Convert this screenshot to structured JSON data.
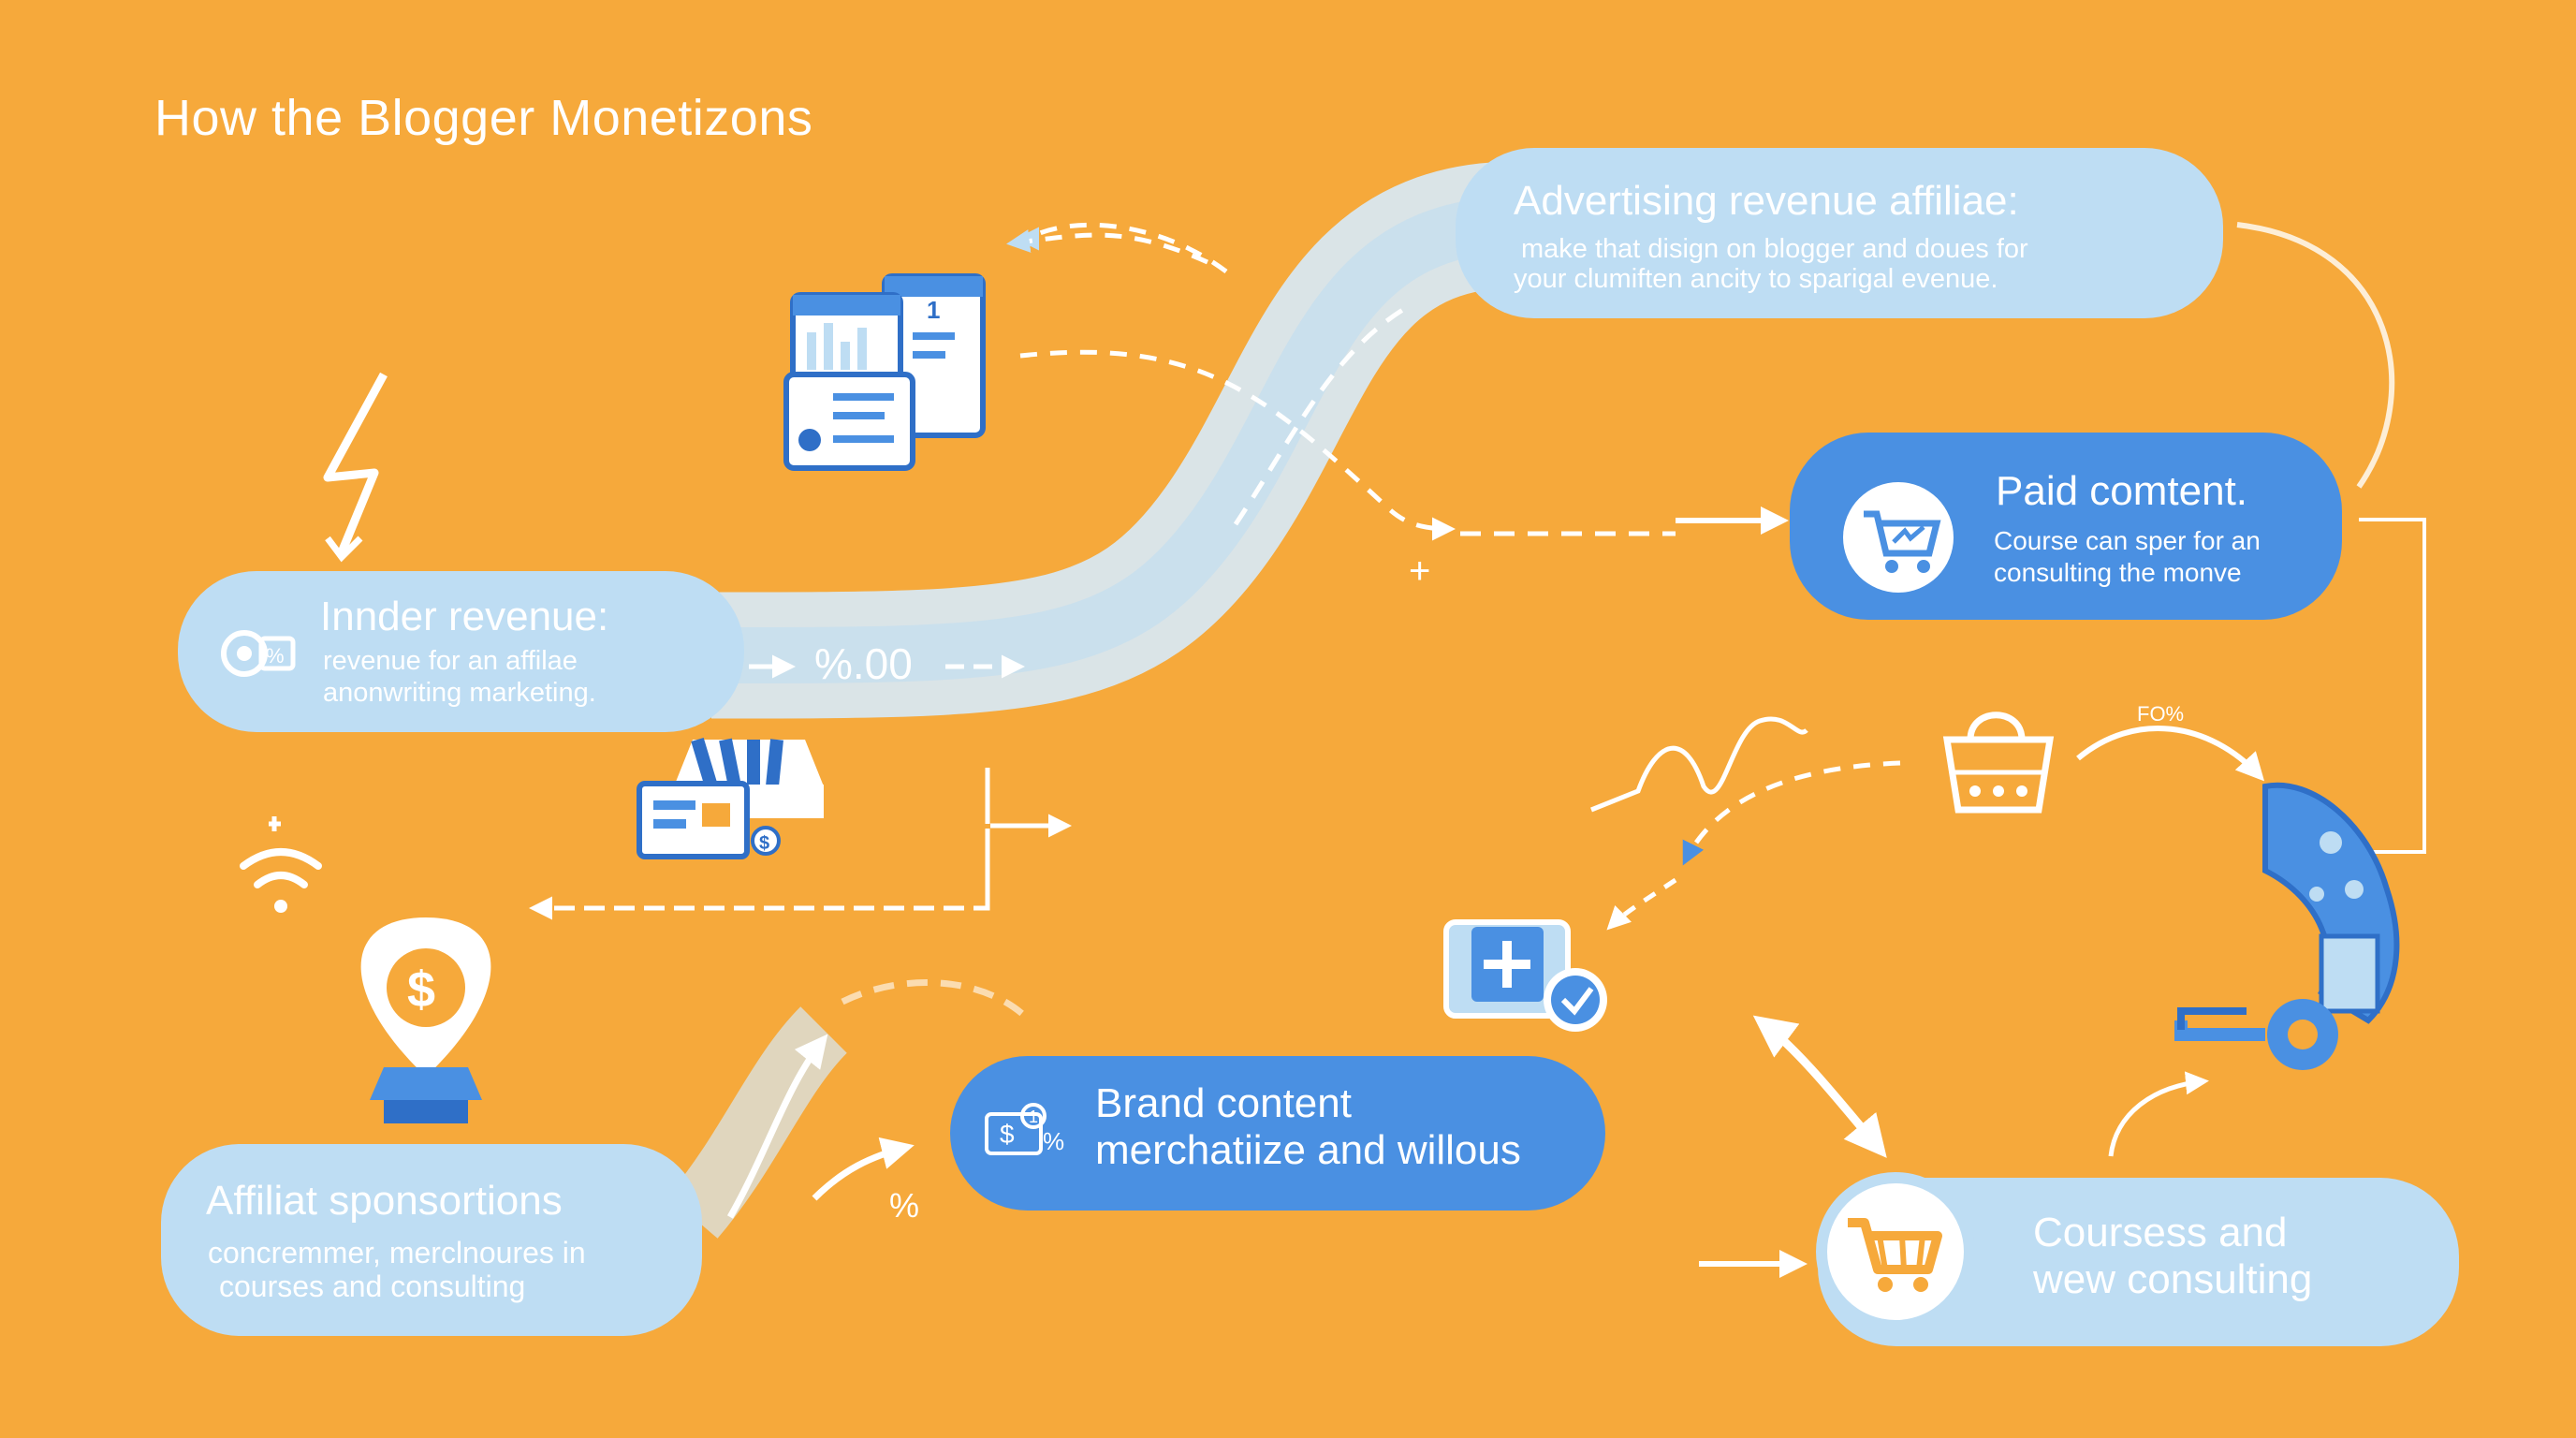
{
  "title": "How the Blogger Monetizons",
  "nodes": {
    "advertising": {
      "heading": "Advertising revenue affiliae:",
      "line1": "make that disign on blogger and doues for",
      "line2": "your clumiften ancity to sparigal evenue."
    },
    "paid_content": {
      "heading": "Paid comtent.",
      "line1": "Course can sper for an",
      "line2": "consulting the monve"
    },
    "innder_revenue": {
      "heading": "Innder revenue:",
      "line1": "revenue for an affilae",
      "line2": "anonwriting marketing."
    },
    "affiliat": {
      "heading": "Affiliat sponsortions",
      "line1": "concremmer, merclnoures in",
      "line2": "courses  and consulting"
    },
    "brand_content": {
      "line1": "Brand content",
      "line2": "merchatiize and willous"
    },
    "courses": {
      "line1": "Coursess  and",
      "line2": "wew consulting"
    }
  },
  "labels": {
    "percent_value": "%.00",
    "percent_sign": "%",
    "fo_percent": "FO%",
    "plus": "+"
  },
  "colors": {
    "background": "#F6A93B",
    "light_blue": "#BEDDF3",
    "accent_blue": "#4A90E2",
    "deep_blue": "#2F6FC7"
  },
  "icons": [
    "lightning-icon",
    "dashboard-screens-icon",
    "storefront-icon",
    "wifi-icon",
    "dollar-pin-icon",
    "target-percent-icon",
    "shopping-cart-icon",
    "shopping-basket-icon",
    "medical-plus-icon",
    "robot-arm-gear-icon",
    "dollar-screen-icon"
  ]
}
